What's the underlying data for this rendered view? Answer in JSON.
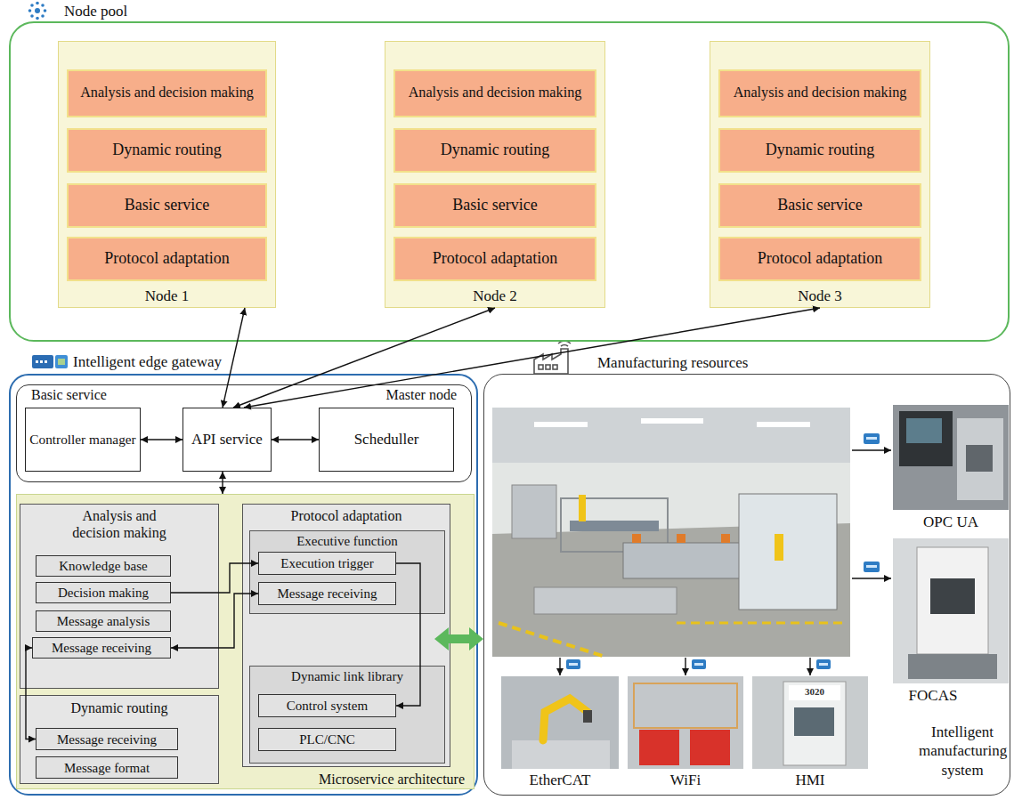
{
  "diagram": {
    "nodes": [
      {
        "text": [
          "Node pool"
        ]
      },
      {
        "text": [
          "Node 1"
        ],
        "in": 0
      },
      {
        "text": [
          "Analysis and decision making"
        ],
        "in": 1
      },
      {
        "text": [
          "Dynamic routing"
        ],
        "in": 1
      },
      {
        "text": [
          "Basic service"
        ],
        "in": 1
      },
      {
        "text": [
          "Protocol adaptation"
        ],
        "in": 1
      },
      {
        "text": [
          "Node 2"
        ],
        "in": 0
      },
      {
        "text": [
          "Analysis and decision making"
        ],
        "in": 6
      },
      {
        "text": [
          "Dynamic routing"
        ],
        "in": 6
      },
      {
        "text": [
          "Basic service"
        ],
        "in": 6
      },
      {
        "text": [
          "Protocol adaptation"
        ],
        "in": 6
      },
      {
        "text": [
          "Node 3"
        ],
        "in": 0
      },
      {
        "text": [
          "Analysis and decision making"
        ],
        "in": 11
      },
      {
        "text": [
          "Dynamic routing"
        ],
        "in": 11
      },
      {
        "text": [
          "Basic service"
        ],
        "in": 11
      },
      {
        "text": [
          "Protocol adaptation"
        ],
        "in": 11
      },
      {
        "text": [
          "Intelligent edge gateway"
        ]
      },
      {
        "text": [
          "Basic service",
          "Master node"
        ],
        "in": 16
      },
      {
        "text": [
          "Controller manager"
        ],
        "in": 17
      },
      {
        "text": [
          "API service"
        ],
        "in": 17
      },
      {
        "text": [
          "Scheduller"
        ],
        "in": 17
      },
      {
        "text": [
          "Microservice architecture"
        ],
        "in": 16
      },
      {
        "text": [
          "Analysis and decision making"
        ],
        "in": 21
      },
      {
        "text": [
          "Knowledge base"
        ],
        "in": 22
      },
      {
        "text": [
          "Decision making"
        ],
        "in": 22
      },
      {
        "text": [
          "Message analysis"
        ],
        "in": 22
      },
      {
        "text": [
          "Message receiving"
        ],
        "in": 22
      },
      {
        "text": [
          "Dynamic routing"
        ],
        "in": 21
      },
      {
        "text": [
          "Message receiving"
        ],
        "in": 27
      },
      {
        "text": [
          "Message format"
        ],
        "in": 27
      },
      {
        "text": [
          "Protocol adaptation"
        ],
        "in": 21
      },
      {
        "text": [
          "Executive function"
        ],
        "in": 30
      },
      {
        "text": [
          "Execution trigger"
        ],
        "in": 31
      },
      {
        "text": [
          "Message receiving"
        ],
        "in": 31
      },
      {
        "text": [
          "Dynamic link library"
        ],
        "in": 30
      },
      {
        "text": [
          "Control system"
        ],
        "in": 34
      },
      {
        "text": [
          "PLC/CNC"
        ],
        "in": 34
      },
      {
        "text": [
          "Manufacturing resources"
        ]
      }
    ],
    "edges": [
      {
        "from": 1,
        "to": 19,
        "arrow": "both"
      },
      {
        "from": 6,
        "to": 19,
        "arrow": "both"
      },
      {
        "from": 11,
        "to": 19,
        "arrow": "both"
      },
      {
        "from": 18,
        "to": 19,
        "arrow": "both"
      },
      {
        "from": 19,
        "to": 20,
        "arrow": "both"
      },
      {
        "from": 19,
        "to": 21,
        "arrow": "both"
      },
      {
        "from": 24,
        "to": 32,
        "arrow": "to"
      },
      {
        "from": 26,
        "to": 33,
        "arrow": "both"
      },
      {
        "from": 26,
        "to": 28,
        "arrow": "both"
      },
      {
        "from": 32,
        "to": 35,
        "arrow": "to"
      },
      {
        "from": 21,
        "to": 37,
        "arrow": "both"
      }
    ],
    "labels": [
      "OPC UA",
      "FOCAS",
      "EtherCAT",
      "WiFi",
      "HMI",
      "3020",
      "Intelligent manufacturing system"
    ]
  }
}
